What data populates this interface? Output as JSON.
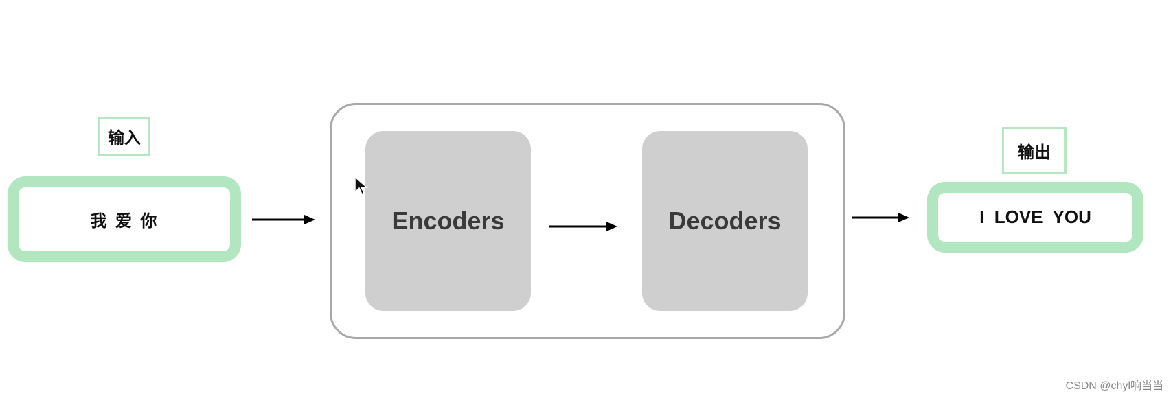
{
  "input": {
    "tag_label": "输入",
    "text": "我 爱 你"
  },
  "model": {
    "encoder_label": "Encoders",
    "decoder_label": "Decoders"
  },
  "output": {
    "tag_label": "输出",
    "text": "I  LOVE  YOU"
  },
  "watermark": "CSDN @chyl响当当",
  "icons": {
    "cursor": "mouse-pointer-icon"
  },
  "colors": {
    "green_border": "#b1e6c0",
    "gray_block": "#cfcfcf",
    "container_border": "#a8a8a8",
    "arrow": "#000000"
  }
}
